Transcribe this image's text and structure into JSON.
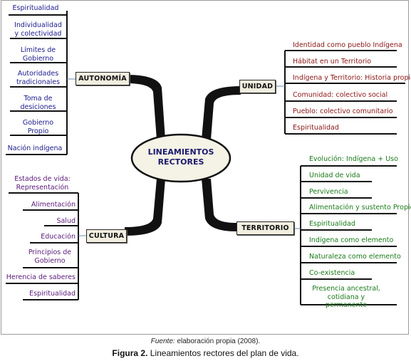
{
  "center": {
    "label": "LINEAMIENTOS\nRECTORES"
  },
  "branches": {
    "autonomia": {
      "label": "AUTONOMÍA",
      "items": [
        "Espiritualidad",
        "Individualidad\ny colectividad",
        "Límites de\nGobierno",
        "Autoridades\ntradicionales",
        "Toma de\ndesiciones",
        "Gobierno\nPropio",
        "Nación indígena"
      ]
    },
    "unidad": {
      "label": "UNIDAD",
      "items": [
        "Identidad como pueblo Indígena",
        "Hábitat en un Territorio",
        "Indígena y Territorio: Historia propia",
        "Comunidad: colectivo social",
        "Pueblo: colectivo comunitario",
        "Espiritualidad"
      ]
    },
    "cultura": {
      "label": "CULTURA",
      "items": [
        "Estados de vida:\nRepresentación",
        "Alimentación",
        "Salud",
        "Educación",
        "Principios de\nGobierno",
        "Herencia de saberes",
        "Espiritualidad"
      ]
    },
    "territorio": {
      "label": "TERRITORIO",
      "items": [
        "Evolución: Indígena + Uso",
        "Unidad de vida",
        "Pervivencia",
        "Alimentación y sustento Propio",
        "Espiritualidad",
        "Indígena como elemento",
        "Naturaleza como elemento",
        "Co-existencia",
        "Presencia ancestral,\ncotidiana y permanente"
      ]
    }
  },
  "caption": {
    "source_prefix": "Fuente:",
    "source_text": " elaboración propia (2008).",
    "figure_prefix": "Figura 2.",
    "figure_text": " Lineamientos rectores del plan de vida."
  },
  "colors": {
    "autonomia_text": "#1a1a8c",
    "unidad_text": "#8b1414",
    "cultura_text": "#5a1a7a",
    "territorio_text": "#1a7a1a",
    "box_fill": "#f1eee0",
    "center_text": "#1a1a6e"
  }
}
